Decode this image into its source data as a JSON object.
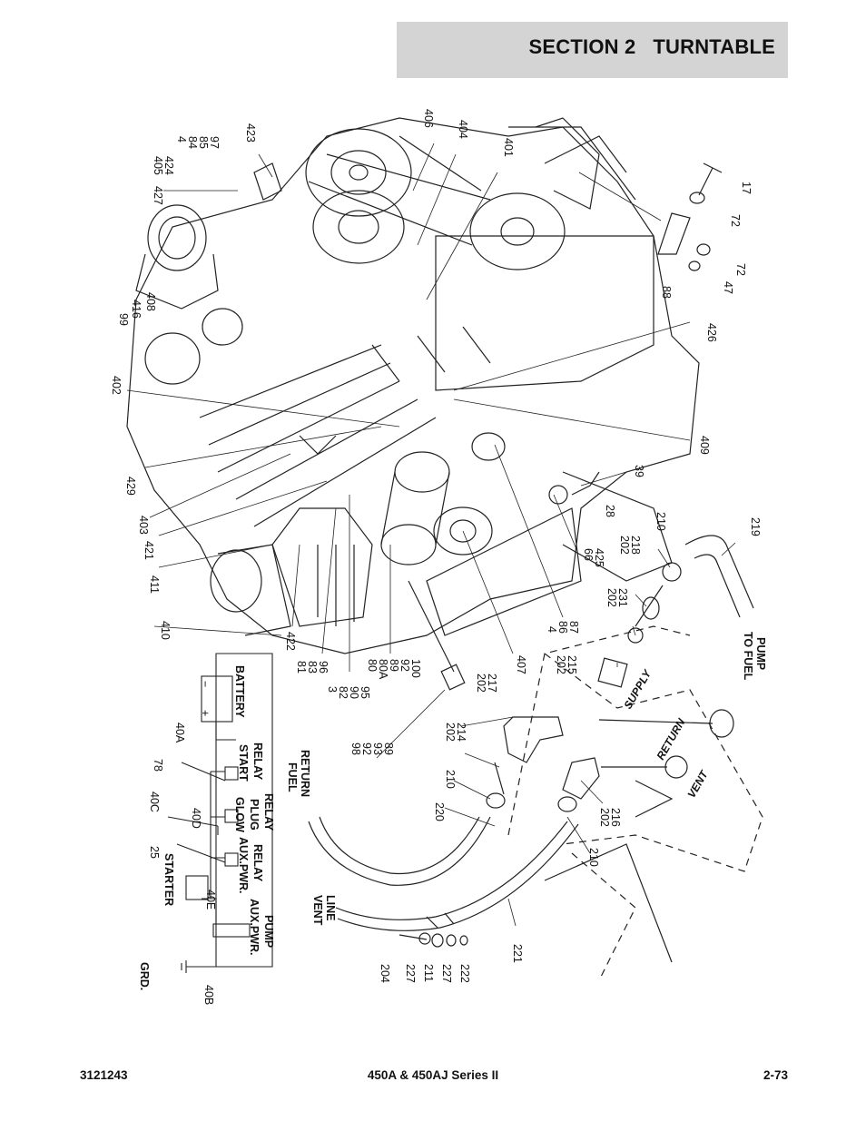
{
  "header": {
    "section_title": "SECTION 2   TURNTABLE"
  },
  "footer": {
    "doc_number": "3121243",
    "model": "450A & 450AJ Series II",
    "page": "2-73"
  },
  "labels": {
    "l406": "406",
    "l404": "404",
    "l401": "401",
    "l423": "423",
    "l4": "4",
    "l84": "84",
    "l85": "85",
    "l97": "97",
    "l405": "405",
    "l424": "424",
    "l427": "427",
    "l17": "17",
    "l72a": "72",
    "l72b": "72",
    "l47": "47",
    "l88": "88",
    "l99": "99",
    "l416": "416",
    "l408": "408",
    "l402": "402",
    "l426": "426",
    "l409": "409",
    "l429": "429",
    "l403": "403",
    "l421": "421",
    "l411": "411",
    "l410": "410",
    "l39": "39",
    "l28": "28",
    "l66": "66",
    "l425": "425",
    "l210a": "210",
    "l219": "219",
    "l202a": "202",
    "l218": "218",
    "l202b": "202",
    "l231": "231",
    "l422": "422",
    "l81": "81",
    "l83": "83",
    "l96": "96",
    "l3": "3",
    "l82": "82",
    "l90": "90",
    "l95": "95",
    "l80": "80",
    "l80a": "80A",
    "l89a": "89",
    "l92a": "92",
    "l100": "100",
    "l407": "407",
    "l4b": "4",
    "l86": "86",
    "l87": "87",
    "l202c": "202",
    "l215": "215",
    "l202d": "202",
    "l217": "217",
    "l98": "98",
    "l92b": "92",
    "l93": "93",
    "l89b": "89",
    "l202e": "202",
    "l214": "214",
    "l210b": "210",
    "l220": "220",
    "l202f": "202",
    "l216": "216",
    "l210c": "210",
    "l221": "221",
    "l204": "204",
    "l227a": "227",
    "l211": "211",
    "l227b": "227",
    "l222": "222",
    "l40a": "40A",
    "l78": "78",
    "l40c": "40C",
    "l40d": "40D",
    "l25": "25",
    "l40e": "40E",
    "l40b": "40B"
  },
  "schematic": {
    "battery": "BATTERY",
    "start_relay_1": "START",
    "start_relay_2": "RELAY",
    "glow_1": "GLOW",
    "glow_2": "PLUG",
    "glow_3": "RELAY",
    "aux_relay_1": "AUX.PWR.",
    "aux_relay_2": "RELAY",
    "starter": "STARTER",
    "aux_pump_1": "AUX.PWR.",
    "aux_pump_2": "PUMP",
    "grd": "GRD.",
    "plus": "+",
    "minus": "−"
  },
  "callouts": {
    "fuel_return_1": "FUEL",
    "fuel_return_2": "RETURN",
    "vent_line_1": "VENT",
    "vent_line_2": "LINE",
    "to_fuel_pump_1": "TO FUEL",
    "to_fuel_pump_2": "PUMP",
    "supply": "SUPPLY",
    "return": "RETURN",
    "vent": "VENT"
  }
}
